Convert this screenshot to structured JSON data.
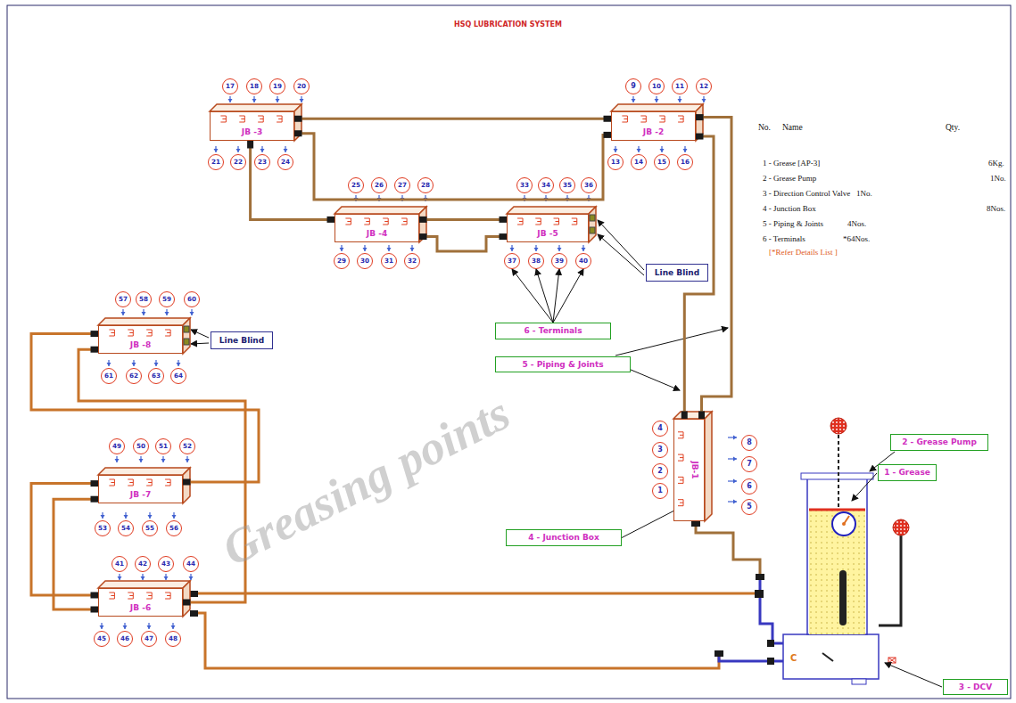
{
  "diagram": {
    "title": "HSQ LUBRICATION SYSTEM",
    "nodes": [
      {
        "text": [
          "JB -3"
        ]
      },
      {
        "text": [
          "JB -2"
        ]
      },
      {
        "text": [
          "JB -4"
        ]
      },
      {
        "text": [
          "JB -5"
        ]
      },
      {
        "text": [
          "JB -8"
        ]
      },
      {
        "text": [
          "JB -7"
        ]
      },
      {
        "text": [
          "JB -6"
        ]
      },
      {
        "text": [
          "JB-1"
        ]
      },
      {
        "text": [
          "Line Blind"
        ]
      },
      {
        "text": [
          "Line Blind"
        ]
      },
      {
        "text": [
          "6 - Terminals"
        ]
      },
      {
        "text": [
          "5 - Piping & Joints"
        ]
      },
      {
        "text": [
          "4 - Junction Box"
        ]
      },
      {
        "text": [
          "2 - Grease Pump"
        ]
      },
      {
        "text": [
          "1 - Grease"
        ]
      },
      {
        "text": [
          "3 - DCV"
        ]
      },
      {
        "text": [
          "1"
        ]
      },
      {
        "text": [
          "2"
        ]
      },
      {
        "text": [
          "3"
        ]
      },
      {
        "text": [
          "4"
        ]
      },
      {
        "text": [
          "5"
        ]
      },
      {
        "text": [
          "6"
        ]
      },
      {
        "text": [
          "7"
        ]
      },
      {
        "text": [
          "8"
        ]
      },
      {
        "text": [
          "9"
        ]
      },
      {
        "text": [
          "10"
        ]
      },
      {
        "text": [
          "11"
        ]
      },
      {
        "text": [
          "12"
        ]
      },
      {
        "text": [
          "13"
        ]
      },
      {
        "text": [
          "14"
        ]
      },
      {
        "text": [
          "15"
        ]
      },
      {
        "text": [
          "16"
        ]
      },
      {
        "text": [
          "17"
        ]
      },
      {
        "text": [
          "18"
        ]
      },
      {
        "text": [
          "19"
        ]
      },
      {
        "text": [
          "20"
        ]
      },
      {
        "text": [
          "21"
        ]
      },
      {
        "text": [
          "22"
        ]
      },
      {
        "text": [
          "23"
        ]
      },
      {
        "text": [
          "24"
        ]
      },
      {
        "text": [
          "25"
        ]
      },
      {
        "text": [
          "26"
        ]
      },
      {
        "text": [
          "27"
        ]
      },
      {
        "text": [
          "28"
        ]
      },
      {
        "text": [
          "29"
        ]
      },
      {
        "text": [
          "30"
        ]
      },
      {
        "text": [
          "31"
        ]
      },
      {
        "text": [
          "32"
        ]
      },
      {
        "text": [
          "33"
        ]
      },
      {
        "text": [
          "34"
        ]
      },
      {
        "text": [
          "35"
        ]
      },
      {
        "text": [
          "36"
        ]
      },
      {
        "text": [
          "37"
        ]
      },
      {
        "text": [
          "38"
        ]
      },
      {
        "text": [
          "39"
        ]
      },
      {
        "text": [
          "40"
        ]
      },
      {
        "text": [
          "41"
        ]
      },
      {
        "text": [
          "42"
        ]
      },
      {
        "text": [
          "43"
        ]
      },
      {
        "text": [
          "44"
        ]
      },
      {
        "text": [
          "45"
        ]
      },
      {
        "text": [
          "46"
        ]
      },
      {
        "text": [
          "47"
        ]
      },
      {
        "text": [
          "48"
        ]
      },
      {
        "text": [
          "49"
        ]
      },
      {
        "text": [
          "50"
        ]
      },
      {
        "text": [
          "51"
        ]
      },
      {
        "text": [
          "52"
        ]
      },
      {
        "text": [
          "53"
        ]
      },
      {
        "text": [
          "54"
        ]
      },
      {
        "text": [
          "55"
        ]
      },
      {
        "text": [
          "56"
        ]
      },
      {
        "text": [
          "57"
        ]
      },
      {
        "text": [
          "58"
        ]
      },
      {
        "text": [
          "59"
        ]
      },
      {
        "text": [
          "60"
        ]
      },
      {
        "text": [
          "61"
        ]
      },
      {
        "text": [
          "62"
        ]
      },
      {
        "text": [
          "63"
        ]
      },
      {
        "text": [
          "64"
        ]
      }
    ],
    "edges": [
      {
        "from": 0,
        "to": 1,
        "arrow": "none"
      },
      {
        "from": 0,
        "to": 2,
        "arrow": "none"
      },
      {
        "from": 0,
        "to": 1,
        "arrow": "none"
      },
      {
        "from": 2,
        "to": 3,
        "arrow": "none"
      },
      {
        "from": 2,
        "to": 3,
        "arrow": "none"
      },
      {
        "from": 1,
        "to": 7,
        "arrow": "none"
      },
      {
        "from": 1,
        "to": 7,
        "arrow": "none"
      },
      {
        "from": 4,
        "to": 5,
        "arrow": "none"
      },
      {
        "from": 4,
        "to": 6,
        "arrow": "none"
      },
      {
        "from": 5,
        "to": 6,
        "arrow": "none"
      },
      {
        "from": 5,
        "to": 6,
        "arrow": "none"
      },
      {
        "from": 10,
        "to": 52,
        "arrow": "to"
      },
      {
        "from": 10,
        "to": 53,
        "arrow": "to"
      },
      {
        "from": 10,
        "to": 54,
        "arrow": "to"
      },
      {
        "from": 10,
        "to": 55,
        "arrow": "to"
      },
      {
        "from": 12,
        "to": 7,
        "arrow": "none"
      }
    ],
    "labels": [
      "No.",
      "Name",
      "Qty.",
      "1 - Grease [AP-3]",
      "6Kg.",
      "2 - Grease Pump",
      "1No.",
      "3 - Direction Control Valve",
      "1No.",
      "4 - Junction Box",
      "8Nos.",
      "5 - Piping & Joints",
      "4Nos.",
      "6 - Terminals",
      "*64Nos.",
      "[*Refer Details List ]",
      "C",
      "Greasing points"
    ]
  }
}
